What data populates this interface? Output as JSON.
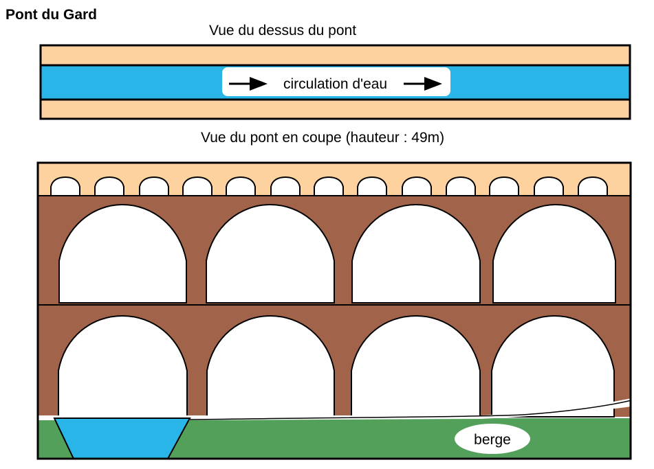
{
  "title": "Pont du Gard",
  "top_view": {
    "caption": "Vue du dessus du pont",
    "flow_label": "circulation d'eau"
  },
  "section_view": {
    "caption": "Vue du pont en coupe (hauteur : 49m)",
    "bank_label": "berge"
  },
  "colors": {
    "stone_top": "#fdd29f",
    "stone_arch": "#a1644a",
    "water": "#29b5e8",
    "grass": "#53a05a",
    "outline": "#000000"
  }
}
